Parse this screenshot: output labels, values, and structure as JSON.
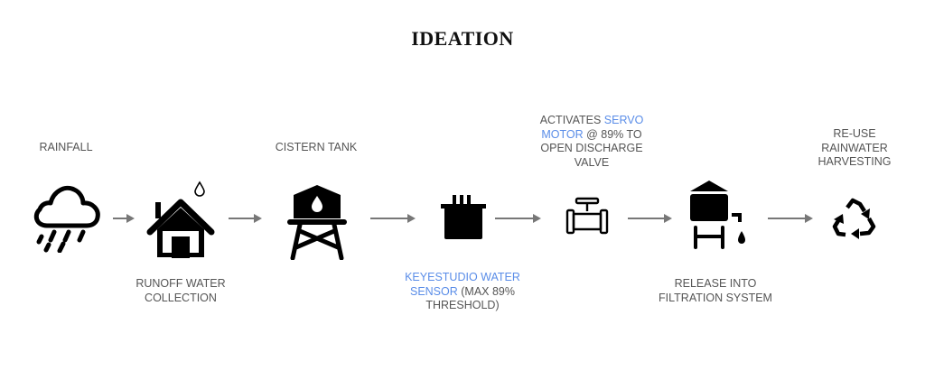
{
  "title": "IDEATION",
  "steps": {
    "rainfall": {
      "label": "RAINFALL",
      "icon": "rain-cloud-icon"
    },
    "runoff": {
      "line1": "RUNOFF WATER",
      "line2": "COLLECTION",
      "icon": "house-icon"
    },
    "cistern": {
      "label": "CISTERN TANK",
      "icon": "water-tower-icon"
    },
    "sensor": {
      "blue": "KEYESTUDIO WATER",
      "blue2": "SENSOR",
      "rest1": " (MAX 89%",
      "rest2": "THRESHOLD)",
      "icon": "sensor-icon"
    },
    "servo": {
      "pre": "ACTIVATES ",
      "blue1": "SERVO",
      "blue2": "MOTOR",
      "rest1": " @ 89% TO",
      "line3": "OPEN DISCHARGE",
      "line4": "VALVE",
      "icon": "valve-icon"
    },
    "release": {
      "line1": "RELEASE INTO",
      "line2": "FILTRATION SYSTEM",
      "icon": "filtration-tank-icon"
    },
    "reuse": {
      "line1": "RE-USE",
      "line2": "RAINWATER",
      "line3": "HARVESTING",
      "icon": "recycle-icon"
    }
  },
  "colors": {
    "text": "#555555",
    "accent": "#5a8de8",
    "arrow": "#777777"
  }
}
